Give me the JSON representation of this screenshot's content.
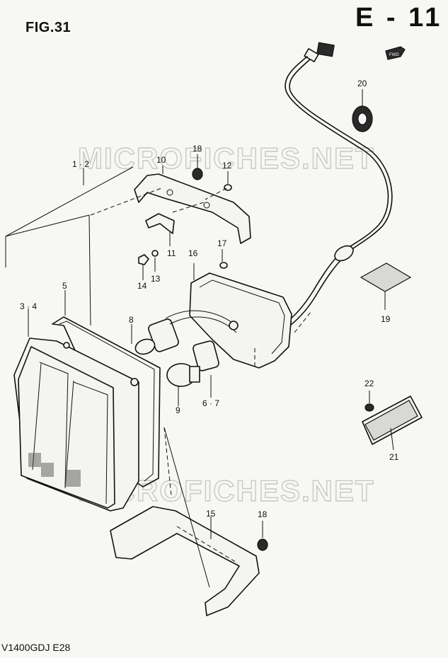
{
  "header": {
    "figure": "FIG.31",
    "page_code": "E - 11",
    "model": "V1400GDJ E28"
  },
  "watermark": {
    "text": "MICROFICHES.NET"
  },
  "fwd_tag": {
    "text": "FWD"
  },
  "callouts": {
    "c1_2": "1 · 2",
    "c3_4": "3 · 4",
    "c5": "5",
    "c6_7": "6 · 7",
    "c8": "8",
    "c9": "9",
    "c10": "10",
    "c11": "11",
    "c12": "12",
    "c13": "13",
    "c14": "14",
    "c15": "15",
    "c16": "16",
    "c17": "17",
    "c18_top": "18",
    "c18_bottom": "18",
    "c19": "19",
    "c20": "20",
    "c21": "21",
    "c22": "22"
  }
}
